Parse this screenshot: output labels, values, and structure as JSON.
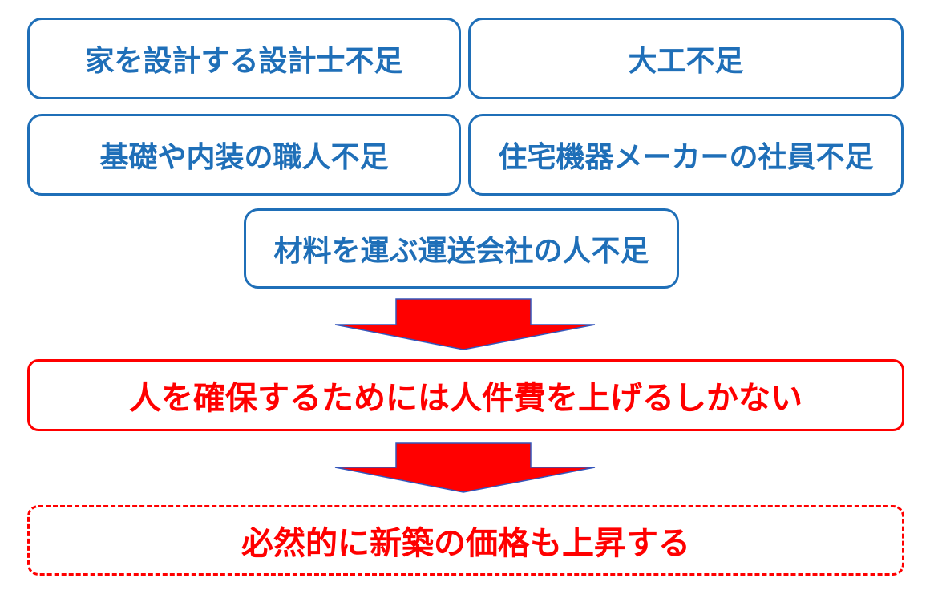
{
  "causes": [
    {
      "text": "家を設計する設計士不足"
    },
    {
      "text": "大工不足"
    },
    {
      "text": "基礎や内装の職人不足"
    },
    {
      "text": "住宅機器メーカーの社員不足"
    },
    {
      "text": "材料を運ぶ運送会社の人不足"
    }
  ],
  "consequence": {
    "text": "人を確保するためには人件費を上げるしかない"
  },
  "result": {
    "text": "必然的に新築の価格も上昇する"
  },
  "colors": {
    "cause_border": "#1f6fb8",
    "cause_text": "#1f6fb8",
    "red": "#ff0000",
    "arrow_fill": "#ff0000",
    "arrow_outline": "#3355bb"
  }
}
